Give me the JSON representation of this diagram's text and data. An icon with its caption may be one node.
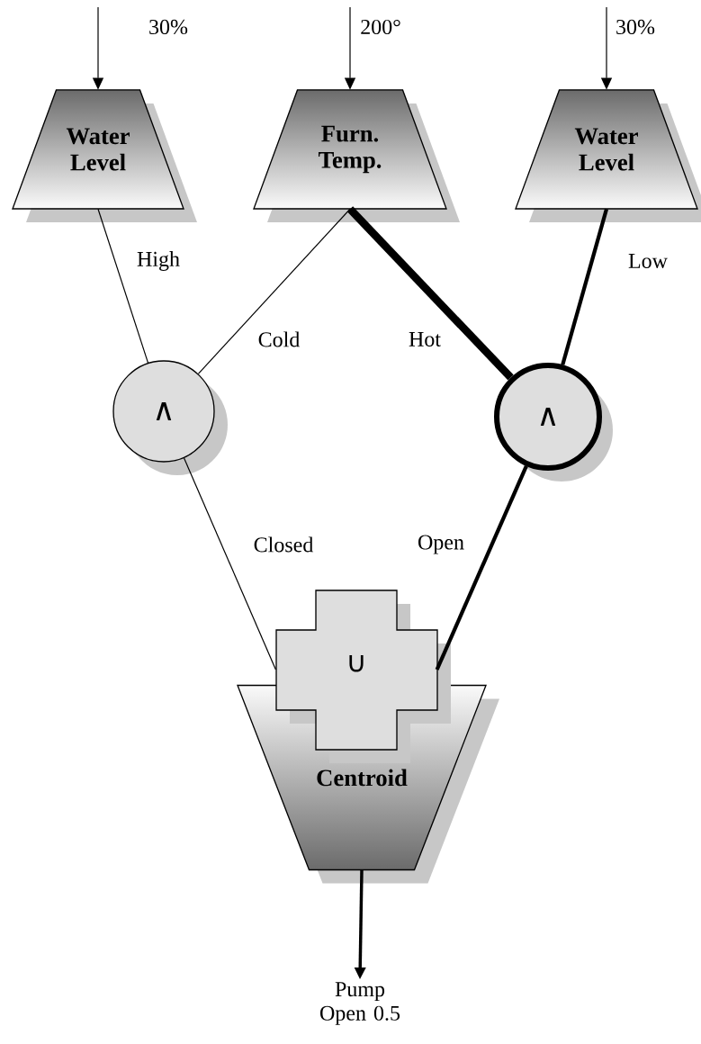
{
  "diagram": {
    "nodes": [
      {
        "text": [
          "Water Level"
        ]
      },
      {
        "text": [
          "Furn. Temp."
        ]
      },
      {
        "text": [
          "Water Level"
        ]
      },
      {
        "text": [
          "∧"
        ]
      },
      {
        "text": [
          "∧"
        ]
      },
      {
        "text": [
          "∪"
        ]
      },
      {
        "text": [
          "Centroid"
        ]
      },
      {
        "text": [
          "Pump Open 0.5"
        ]
      }
    ],
    "edges": [
      {
        "from": null,
        "to": 0,
        "arrow": "to",
        "label": "30%"
      },
      {
        "from": null,
        "to": 1,
        "arrow": "to",
        "label": "200°"
      },
      {
        "from": null,
        "to": 2,
        "arrow": "to",
        "label": "30%"
      },
      {
        "from": 0,
        "to": 3,
        "arrow": "none",
        "label": "High"
      },
      {
        "from": 1,
        "to": 3,
        "arrow": "none",
        "label": "Cold"
      },
      {
        "from": 1,
        "to": 4,
        "arrow": "none",
        "label": "Hot",
        "style": "thick"
      },
      {
        "from": 2,
        "to": 4,
        "arrow": "none",
        "label": "Low",
        "style": "thick"
      },
      {
        "from": 3,
        "to": 5,
        "arrow": "none",
        "label": "Closed"
      },
      {
        "from": 4,
        "to": 5,
        "arrow": "none",
        "label": "Open",
        "style": "thick"
      },
      {
        "from": 6,
        "to": 7,
        "arrow": "to",
        "style": "thick"
      }
    ]
  }
}
